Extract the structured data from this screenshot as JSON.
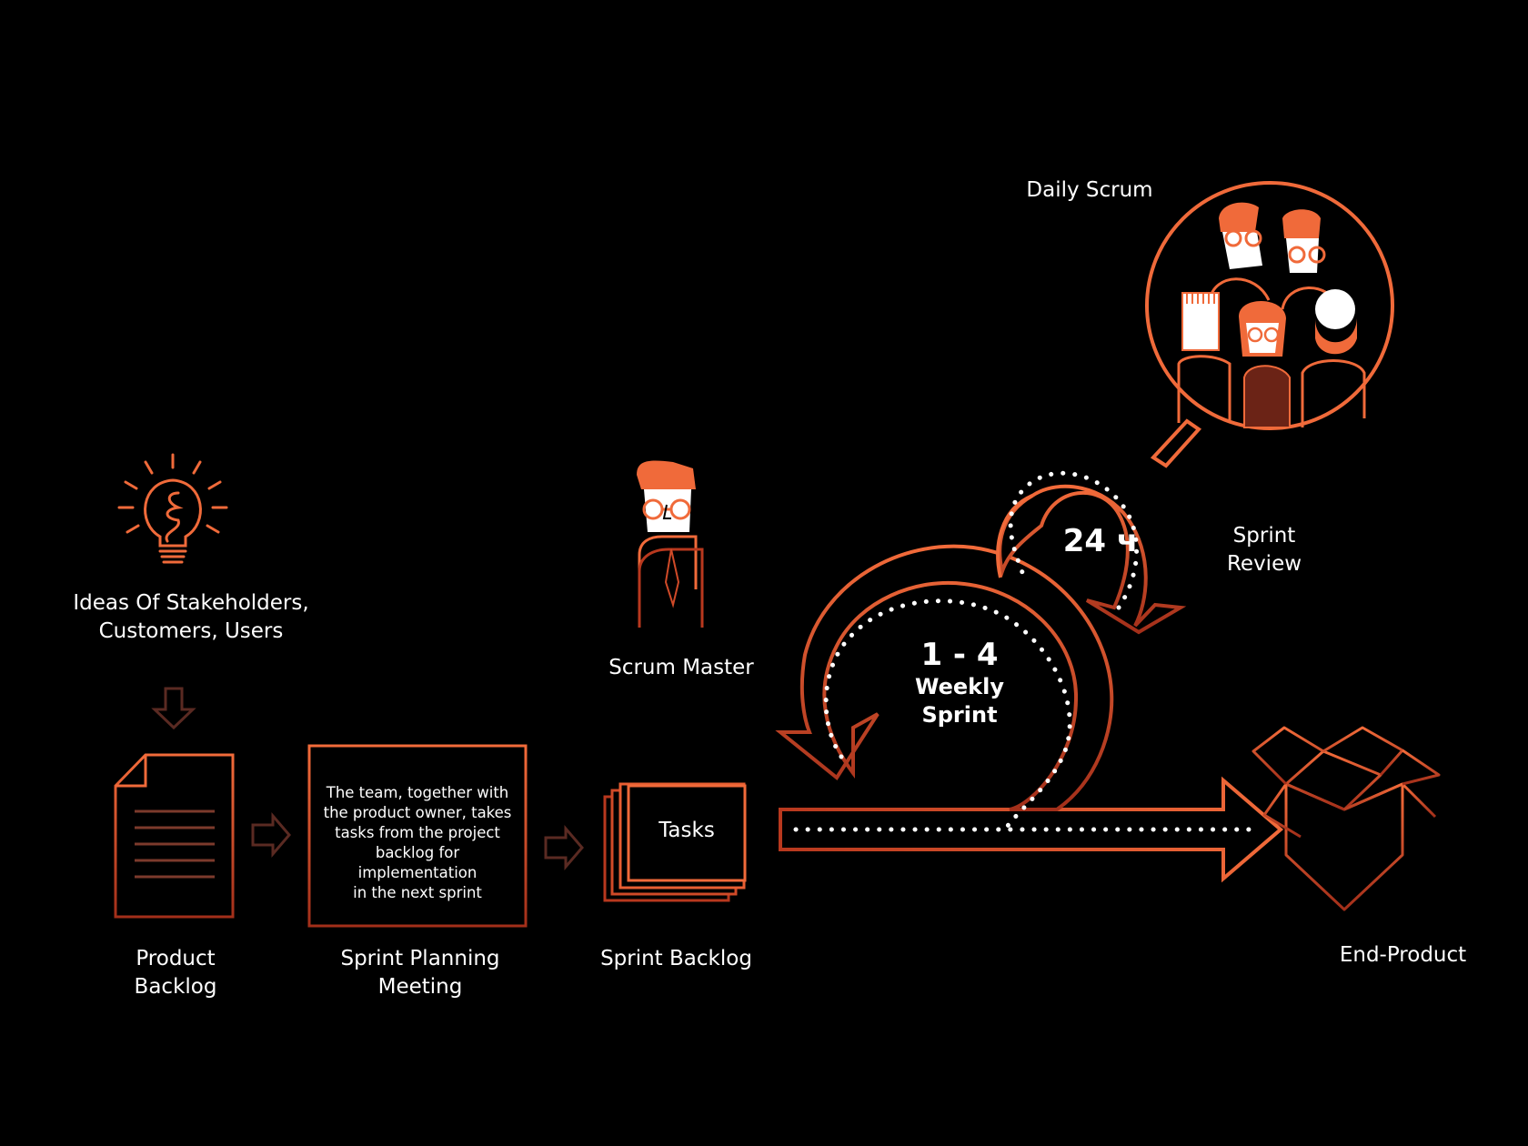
{
  "labels": {
    "ideas": [
      "Ideas Of Stakeholders,",
      "Customers, Users"
    ],
    "product_backlog": [
      "Product",
      "Backlog"
    ],
    "sprint_planning": [
      "Sprint Planning",
      "Meeting"
    ],
    "sprint_backlog": "Sprint Backlog",
    "scrum_master": "Scrum Master",
    "daily_scrum": "Daily Scrum",
    "sprint_review": [
      "Sprint",
      "Review"
    ],
    "end_product": "End-Product",
    "tasks": "Tasks"
  },
  "planning_text": [
    "The team, together with",
    "the product owner, takes",
    "tasks from the project",
    "backlog for implementation",
    "in the next sprint"
  ],
  "sprint_length": [
    "1 - 4",
    "Weekly",
    "Sprint"
  ],
  "daily_cycle": "24 ч",
  "colors": {
    "accent": "#f06a3a",
    "dark": "#a8351c",
    "arrow_muted": "#5a2a22"
  }
}
